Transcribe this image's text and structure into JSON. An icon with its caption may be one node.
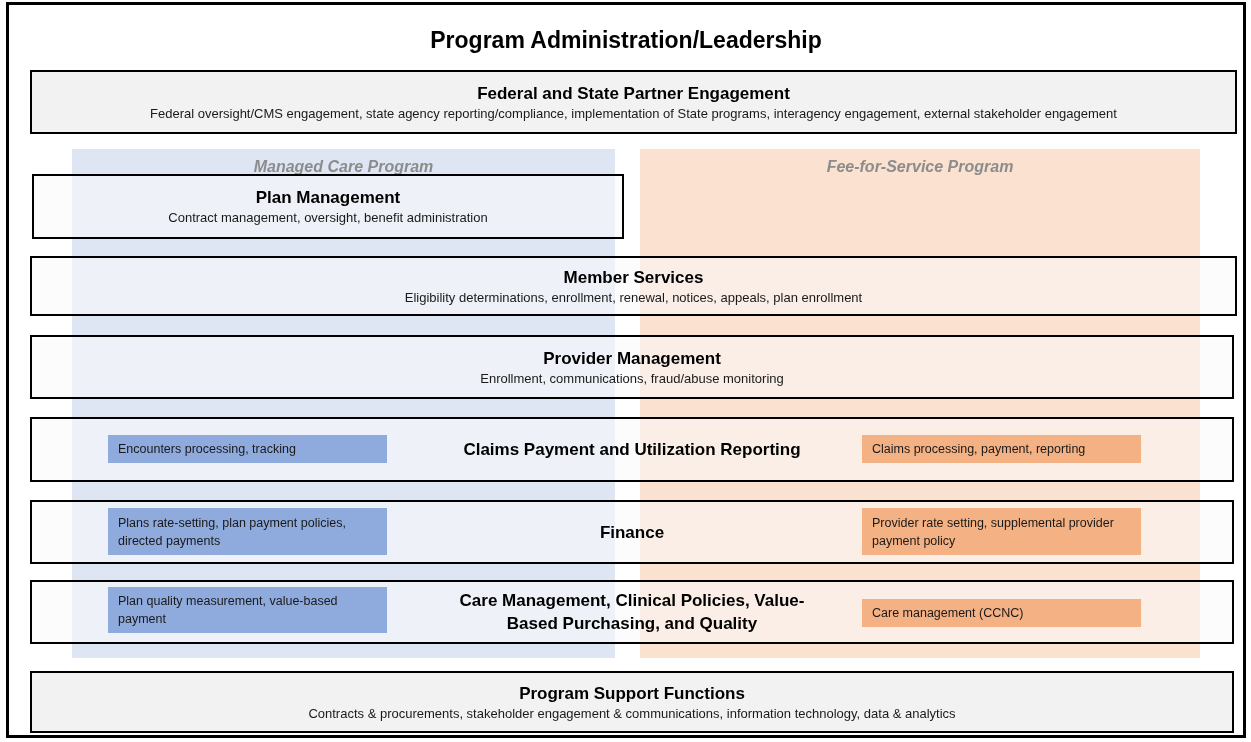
{
  "diagram": {
    "title": "Program Administration/Leadership",
    "nodes": [
      {
        "text": [
          "Federal and State Partner Engagement",
          "Federal oversight/CMS engagement, state agency reporting/compliance, implementation of State programs, interagency engagement, external stakeholder engagement"
        ]
      },
      {
        "text": [
          "Managed Care Program"
        ]
      },
      {
        "text": [
          "Fee-for-Service Program"
        ]
      },
      {
        "text": [
          "Plan Management",
          "Contract management, oversight, benefit administration"
        ]
      },
      {
        "text": [
          "Member Services",
          "Eligibility determinations, enrollment, renewal, notices, appeals, plan enrollment"
        ]
      },
      {
        "text": [
          "Provider Management",
          "Enrollment, communications, fraud/abuse monitoring"
        ]
      },
      {
        "text": [
          "Claims Payment and Utilization Reporting"
        ]
      },
      {
        "text": [
          "Encounters processing, tracking"
        ]
      },
      {
        "text": [
          "Claims processing, payment, reporting"
        ]
      },
      {
        "text": [
          "Finance"
        ]
      },
      {
        "text": [
          "Plans rate-setting, plan payment policies, directed payments"
        ]
      },
      {
        "text": [
          "Provider rate setting, supplemental provider payment policy"
        ]
      },
      {
        "text": [
          "Care Management, Clinical Policies, Value-Based Purchasing, and Quality"
        ]
      },
      {
        "text": [
          "Plan quality measurement, value-based payment"
        ]
      },
      {
        "text": [
          "Care management (CCNC)"
        ]
      },
      {
        "text": [
          "Program Support Functions",
          "Contracts & procurements, stakeholder engagement & communications, information technology, data & analytics"
        ]
      }
    ]
  }
}
